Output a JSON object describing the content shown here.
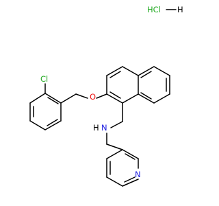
{
  "diagram": {
    "type": "chemical-structure",
    "salt_label": "HCl",
    "salt_hydrogen": "H",
    "atoms": {
      "cl": "Cl",
      "o": "O",
      "nh_n": "N",
      "nh_h": "H",
      "pyridine_n": "N"
    },
    "colors": {
      "chlorine": "#22aa22",
      "oxygen": "#ee1111",
      "nitrogen": "#1a1ae0",
      "bond": "#000000",
      "background": "#ffffff"
    }
  }
}
